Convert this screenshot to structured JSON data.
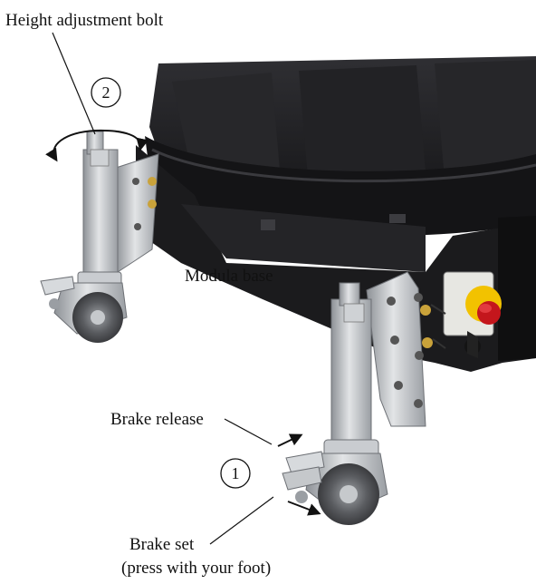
{
  "labels": {
    "height_bolt": "Height adjustment bolt",
    "modula_base": "Modula base",
    "brake_release": "Brake release",
    "brake_set": "Brake set",
    "brake_set_note": "(press with your foot)"
  },
  "callouts": {
    "step1": "1",
    "step2": "2"
  },
  "colors": {
    "machine_body": "#1d1d1f",
    "machine_shade": "#2b2b2e",
    "metal": "#b9bcc0",
    "wheel": "#5a5c60",
    "estop_yellow": "#f2c200",
    "estop_red": "#c4161c"
  }
}
